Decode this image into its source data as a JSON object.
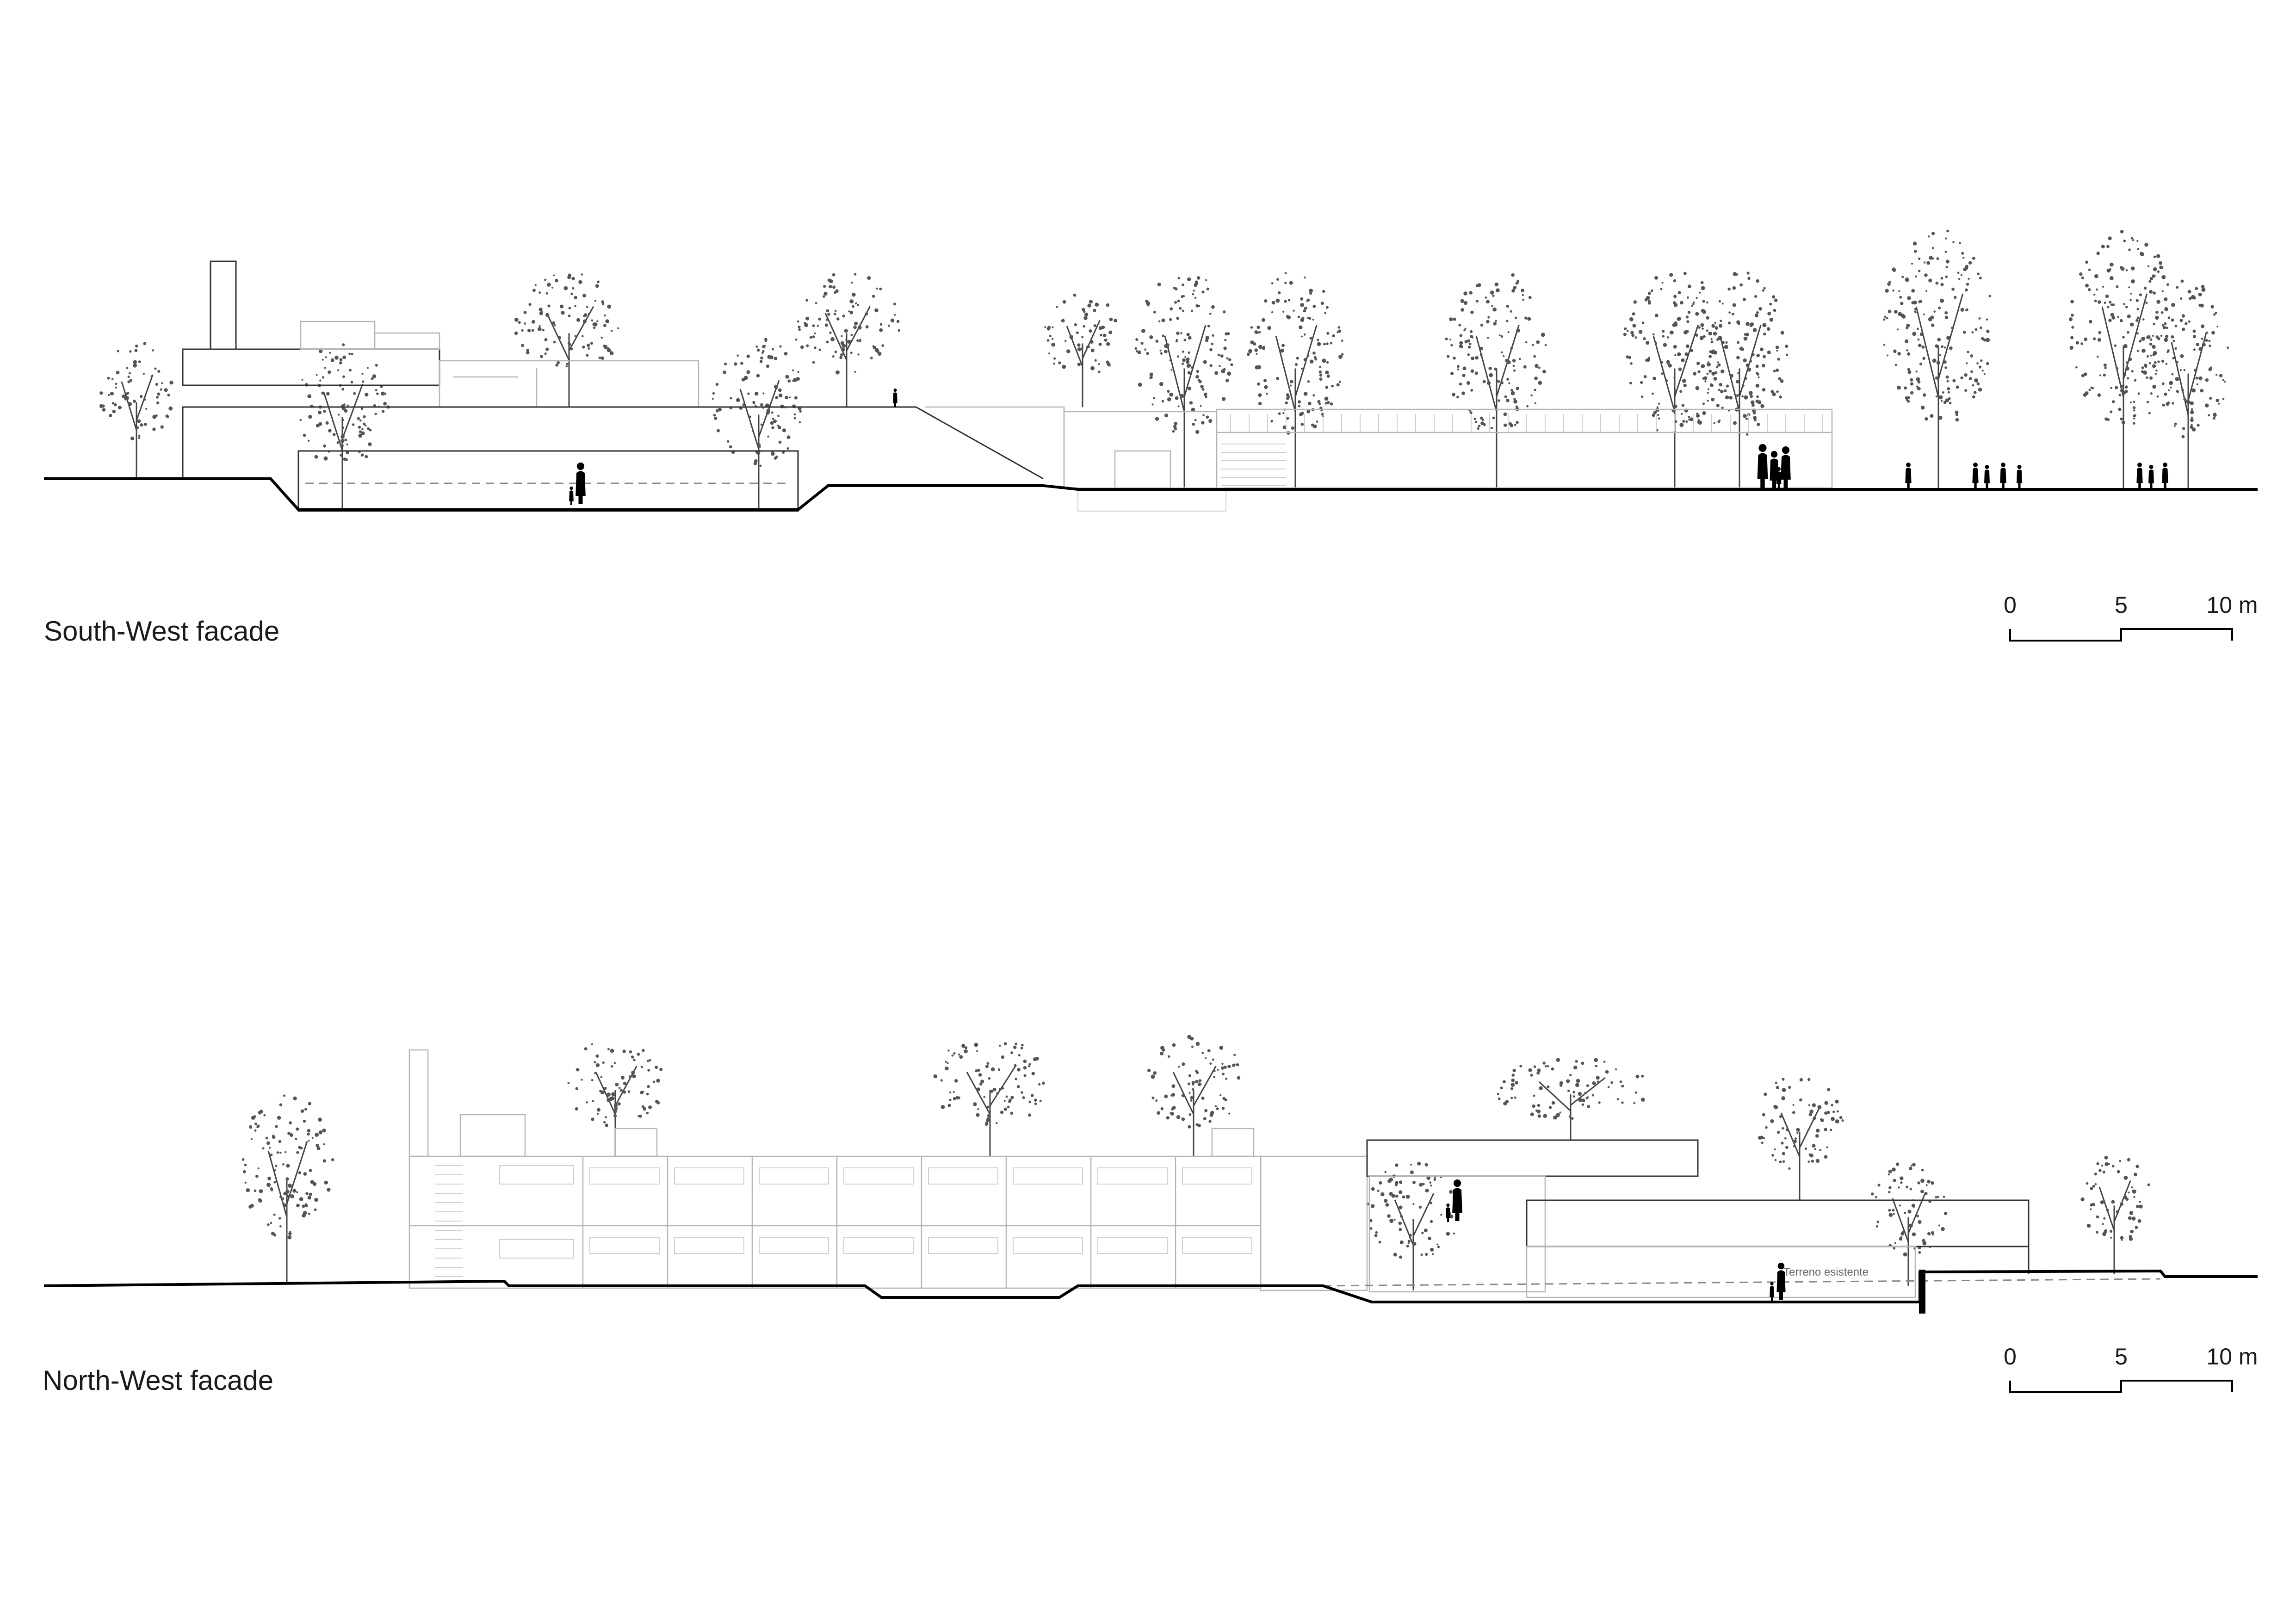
{
  "facades": [
    {
      "title": "South-West facade",
      "scale": {
        "labels": [
          "0",
          "5",
          "10 m"
        ]
      }
    },
    {
      "title": "North-West facade",
      "scale": {
        "labels": [
          "0",
          "5",
          "10 m"
        ]
      },
      "annotation": "Terreno esistente"
    }
  ],
  "colors": {
    "ink": "#000000",
    "building_line": "#333333",
    "light_line": "#b5b5b5",
    "background": "#ffffff"
  }
}
